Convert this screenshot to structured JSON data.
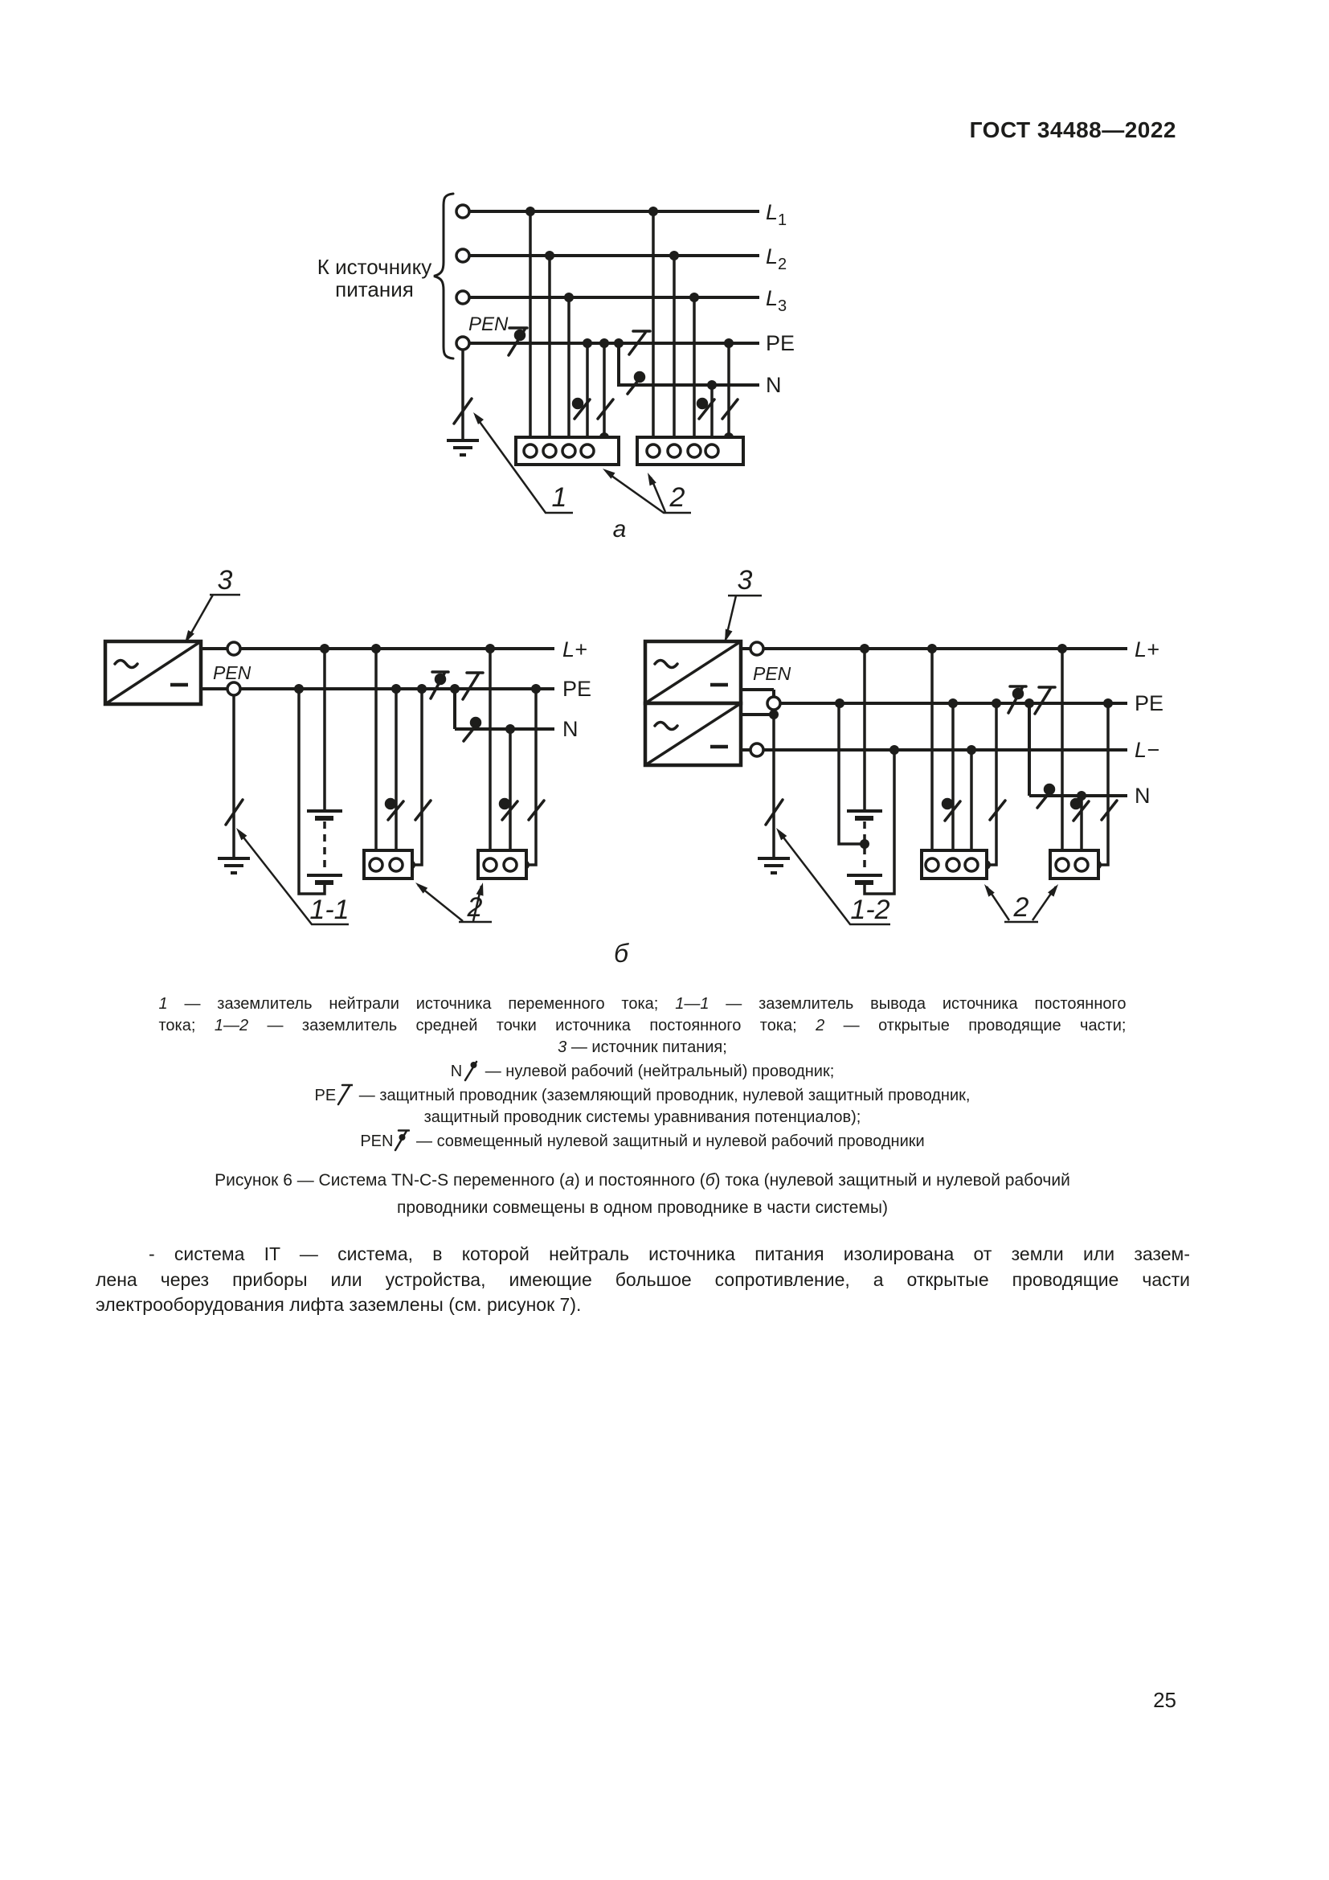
{
  "header": {
    "doc_code": "ГОСТ 34488—2022"
  },
  "page_number": "25",
  "colors": {
    "ink": "#1d1d1b",
    "paper": "#ffffff"
  },
  "figure": {
    "sub_a_label": "а",
    "sub_b_label": "б",
    "a": {
      "source_line1": "К источнику",
      "source_line2": "питания",
      "pen": "PEN",
      "l": "L",
      "sub1": "1",
      "sub2": "2",
      "sub3": "3",
      "pe": "PE",
      "n": "N",
      "callout_earth": "1",
      "callout_parts": "2"
    },
    "b_left": {
      "source": "3",
      "pen": "PEN",
      "lplus": "L+",
      "pe": "PE",
      "n": "N",
      "callout_earth": "1-1",
      "callout_parts": "2"
    },
    "b_right": {
      "source": "3",
      "pen": "PEN",
      "lplus": "L+",
      "pe": "PE",
      "lminus": "L−",
      "n": "N",
      "callout_earth": "1-2",
      "callout_parts": "2"
    }
  },
  "legend": {
    "l1_num1": "1",
    "l1_text1": " — заземлитель нейтрали источника переменного тока; ",
    "l1_num2": "1—1",
    "l1_text2": " — заземлитель вывода источника постоянного",
    "l2_text1": "тока; ",
    "l2_num1": "1—2",
    "l2_text2": " — заземлитель средней точки источника постоянного тока; ",
    "l2_num2": "2",
    "l2_text3": " — открытые проводящие части;",
    "i3_num": "3",
    "i3_text": " — источник питания;",
    "n_sym": "N",
    "n_text": " — нулевой рабочий (нейтральный) проводник;",
    "pe_sym": "PE",
    "pe_text": " — защитный проводник (заземляющий проводник, нулевой защитный проводник,",
    "pe_text2": "защитный проводник системы уравнивания потенциалов);",
    "pen_sym": "PEN",
    "pen_text": " — совмещенный нулевой защитный и нулевой рабочий проводники"
  },
  "caption": {
    "part1": "Рисунок 6 — Система TN-C-S переменного (",
    "a_italic": "а",
    "part2": ") и постоянного (",
    "b_italic": "б",
    "part3": ") тока (нулевой защитный и нулевой рабочий",
    "line2": "проводники совмещены в одном проводнике в части системы)"
  },
  "body": {
    "line1": "- система IT — система, в которой нейтраль источника питания изолирована от земли или зазем-",
    "line2": "лена через приборы или устройства, имеющие большое сопротивление, а открытые проводящие части",
    "line3": "электрооборудования лифта заземлены (см. рисунок 7)."
  }
}
